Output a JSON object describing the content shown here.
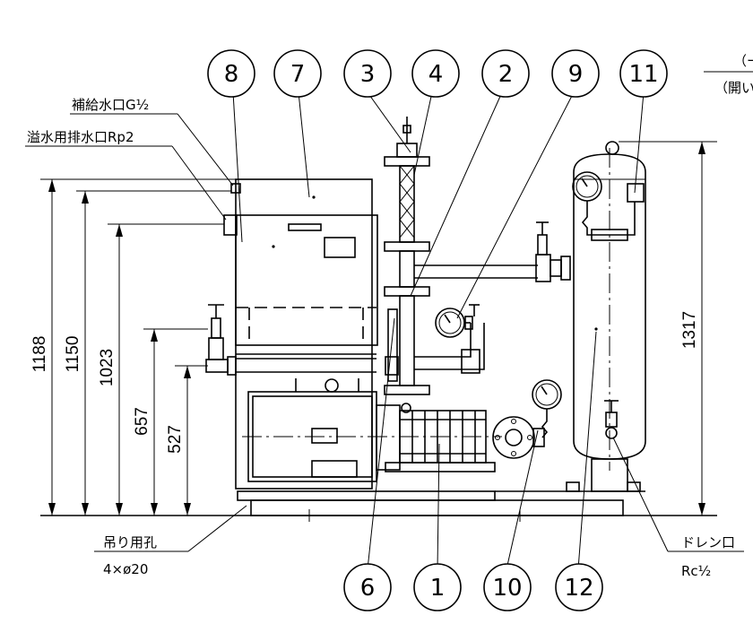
{
  "balloons": [
    {
      "num": "8"
    },
    {
      "num": "7"
    },
    {
      "num": "3"
    },
    {
      "num": "4"
    },
    {
      "num": "2"
    },
    {
      "num": "9"
    },
    {
      "num": "11"
    },
    {
      "num": "6"
    },
    {
      "num": "1"
    },
    {
      "num": "10"
    },
    {
      "num": "12"
    }
  ],
  "labels": {
    "supply_inlet": "補給水口G½",
    "overflow_drain": "溢水用排水口Rp2",
    "lifting_hole": "吊り用孔",
    "lifting_hole_spec": "4×ø20",
    "drain_port": "ドレン口",
    "drain_port_spec": "Rc½",
    "top_right_1": "（ー",
    "top_right_2": "（開い"
  },
  "dimensions": {
    "d1188": "1188",
    "d1150": "1150",
    "d1023": "1023",
    "d657": "657",
    "d527": "527",
    "d1317": "1317"
  }
}
